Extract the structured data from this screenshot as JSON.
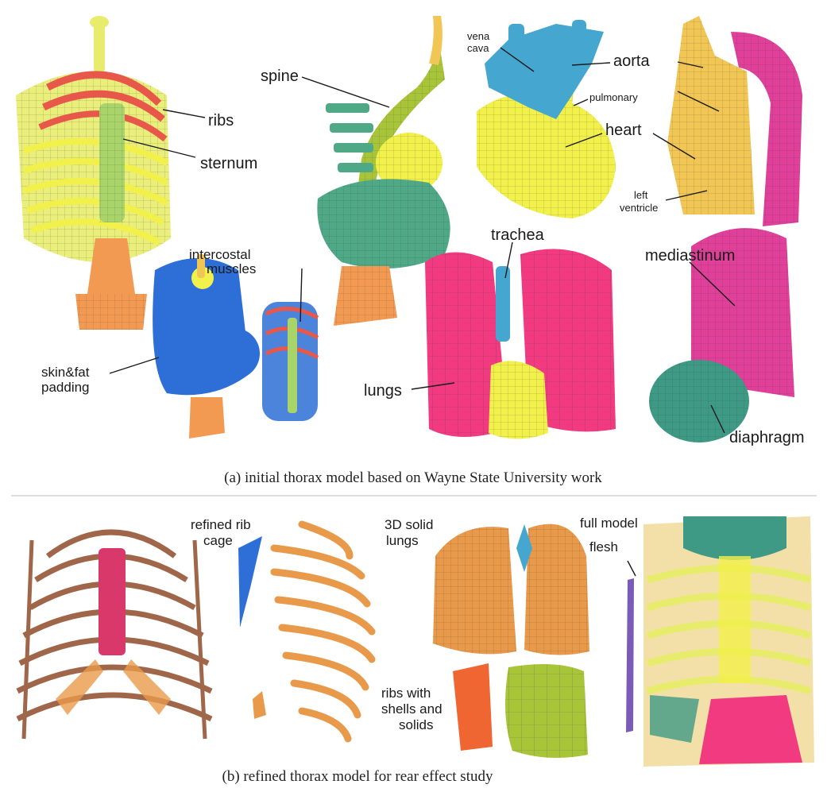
{
  "colors": {
    "yellow": "#e8ec6c",
    "yellow_bright": "#f2f04a",
    "red": "#e8584a",
    "green": "#4fa886",
    "light_green": "#a8d46a",
    "orange": "#f39a52",
    "blue": "#2d6fd6",
    "cyan": "#45a6cf",
    "magenta": "#e1409a",
    "pink": "#f23a80",
    "gold": "#f2c654",
    "teal": "#3f9a85",
    "brown": "#a0664a",
    "rose": "#d8386a",
    "amber": "#e89a4a",
    "lime": "#a8c53a",
    "violet": "#7b5bb8"
  },
  "panel_a": {
    "caption": "(a) initial thorax model based on Wayne State University work",
    "labels": {
      "ribs": "ribs",
      "sternum": "sternum",
      "spine": "spine",
      "vena_cava_line1": "vena",
      "vena_cava_line2": "cava",
      "aorta": "aorta",
      "pulmonary": "pulmonary",
      "heart": "heart",
      "left_ventricle_line1": "left",
      "left_ventricle_line2": "ventricle",
      "intercostal_line1": "intercostal",
      "intercostal_line2": "muscles",
      "trachea": "trachea",
      "mediastinum": "mediastinum",
      "skin_fat_line1": "skin&fat",
      "skin_fat_line2": "padding",
      "lungs": "lungs",
      "diaphragm": "diaphragm"
    }
  },
  "panel_b": {
    "caption": "(b) refined thorax model for rear effect study",
    "labels": {
      "refined_rib_line1": "refined rib",
      "refined_rib_line2": "cage",
      "solid_lungs_line1": "3D solid",
      "solid_lungs_line2": "lungs",
      "full_model": "full model",
      "flesh": "flesh",
      "ribs_shells_line1": "ribs with",
      "ribs_shells_line2": "shells and",
      "ribs_shells_line3": "solids"
    }
  }
}
